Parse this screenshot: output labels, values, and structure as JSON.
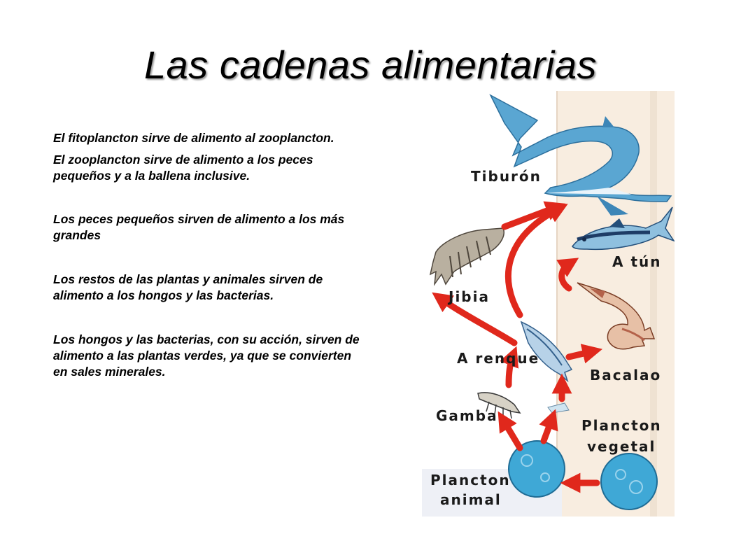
{
  "title": "Las cadenas alimentarias",
  "paragraphs": [
    "El fitoplancton sirve de alimento al zooplancton.",
    "El zooplancton sirve de alimento a los peces pequeños y a la ballena inclusive.",
    "Los peces pequeños sirven de alimento a los más grandes",
    "Los restos de las plantas y animales sirven de alimento a los hongos y las bacterias.",
    "Los hongos y las bacterias, con su acción, sirven de alimento a las plantas verdes, ya que se convierten en sales minerales."
  ],
  "figure": {
    "labels": {
      "tiburon": "Tiburón",
      "atun": "A tún",
      "jibia": "Jibia",
      "arenque": "A renque",
      "bacalao": "Bacalao",
      "gamba": "Gamba",
      "plancton_vegetal_1": "Plancton",
      "plancton_vegetal_2": "vegetal",
      "plancton_animal_1": "Plancton",
      "plancton_animal_2": "animal"
    },
    "colors": {
      "arrow": "#e0281c",
      "plankton": "#3fa8d6",
      "background_strip": "#f8ede0",
      "shark": "#5aa6d2"
    }
  }
}
